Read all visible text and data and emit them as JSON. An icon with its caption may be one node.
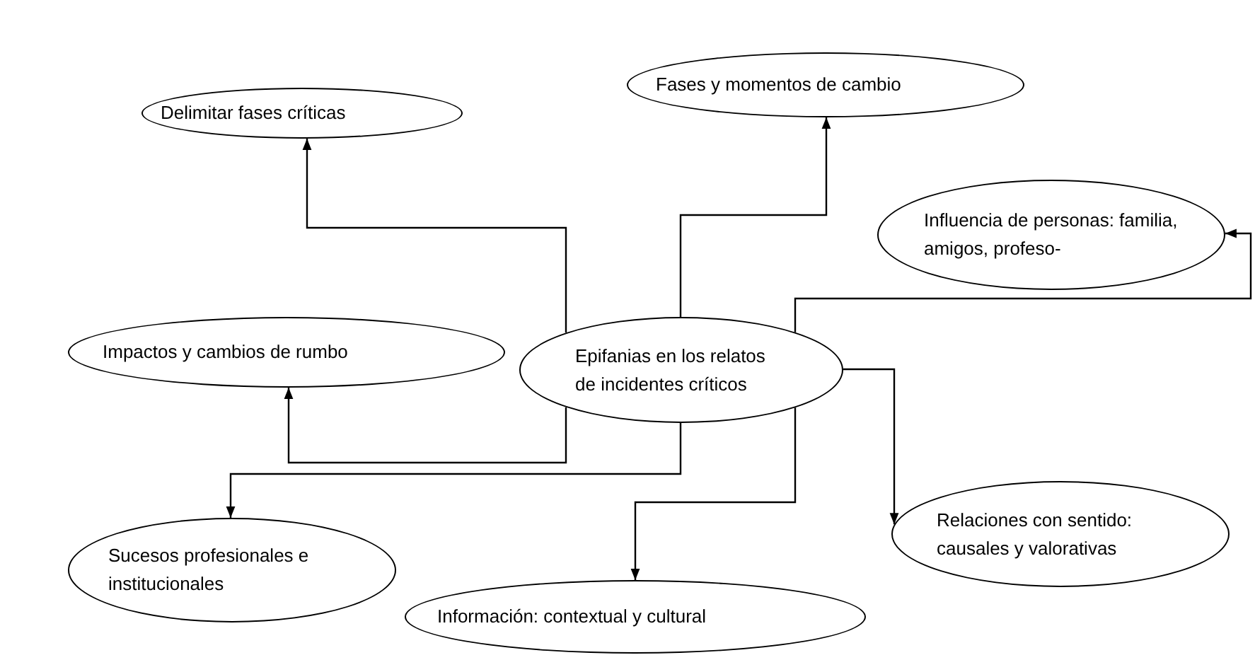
{
  "diagram": {
    "nodes": [
      {
        "text": [
          "Epifanias en los relatos de incidentes críticos"
        ]
      },
      {
        "text": [
          "Delimitar fases críticas"
        ]
      },
      {
        "text": [
          "Fases y momentos de cambio"
        ]
      },
      {
        "text": [
          "Influencia de personas: familia, amigos, profeso-"
        ]
      },
      {
        "text": [
          "Impactos y cambios de rumbo"
        ]
      },
      {
        "text": [
          "Sucesos profesionales e institucionales"
        ]
      },
      {
        "text": [
          "Información: contextual y cultural"
        ]
      },
      {
        "text": [
          "Relaciones con sentido: causales y valorativas"
        ]
      }
    ],
    "edges": [
      {
        "from": 0,
        "to": 1,
        "arrow": "to"
      },
      {
        "from": 0,
        "to": 2,
        "arrow": "to"
      },
      {
        "from": 0,
        "to": 3,
        "arrow": "to"
      },
      {
        "from": 0,
        "to": 4,
        "arrow": "to"
      },
      {
        "from": 0,
        "to": 5,
        "arrow": "to"
      },
      {
        "from": 0,
        "to": 6,
        "arrow": "to"
      },
      {
        "from": 0,
        "to": 7,
        "arrow": "to"
      }
    ]
  }
}
